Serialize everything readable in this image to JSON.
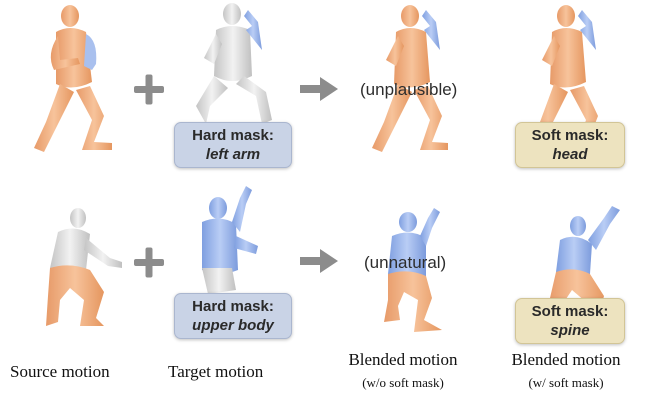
{
  "row1": {
    "note": "(unplausible)",
    "hard_mask": {
      "title": "Hard mask:",
      "part": "left arm"
    },
    "soft_mask": {
      "title": "Soft mask:",
      "part": "head"
    }
  },
  "row2": {
    "note": "(unnatural)",
    "hard_mask": {
      "title": "Hard mask:",
      "part": "upper body"
    },
    "soft_mask": {
      "title": "Soft mask:",
      "part": "spine"
    }
  },
  "captions": {
    "source": "Source motion",
    "target": "Target motion",
    "blended_a": "Blended motion",
    "blended_a_sub": "(w/o soft mask)",
    "blended_b": "Blended motion",
    "blended_b_sub": "(w/ soft mask)"
  },
  "colors": {
    "skin": "#f2b486",
    "gray_body": "#dcdcdc",
    "blue_highlight": "#9db8ee",
    "hard_mask_bg": "#c9d3e6",
    "soft_mask_bg": "#ede3bf",
    "symbol_gray": "#8c8c8c"
  }
}
